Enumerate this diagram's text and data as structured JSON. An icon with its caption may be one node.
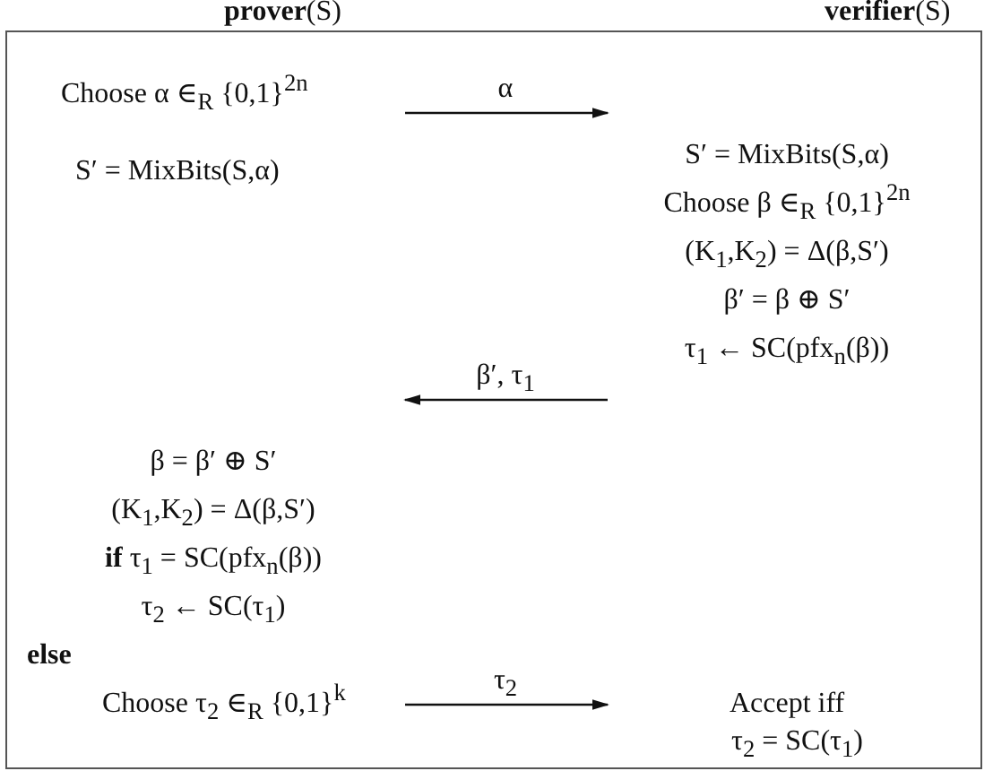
{
  "diagram": {
    "nodes": [
      {
        "text": [],
        "shape": "box"
      },
      {
        "text": [
          "Choose α ∈$_{R}$ {0,1}$^{2n}$",
          "S′ = MixBits(S,α)"
        ],
        "in": 0
      },
      {
        "text": [
          "S′ = MixBits(S,α)",
          "Choose β ∈$_{R}$ {0,1}$^{2n}$",
          "(K$_{1}$,K$_{2}$) = Δ(β,S′)",
          "β′ = β ⊕ S′",
          "τ$_{1}$ ← SC(pfx$_{n}$(β))"
        ],
        "in": 0
      },
      {
        "text": [
          "β = β′ ⊕ S′",
          "(K$_{1}$,K$_{2}$) = Δ(β,S′)",
          "**if** τ$_{1}$ = SC(pfx$_{n}$(β))",
          "τ$_{2}$ ← SC(τ$_{1}$)",
          "else",
          "Choose τ$_{2}$ ∈$_{R}$ {0,1}$^{k}$"
        ],
        "in": 0
      },
      {
        "text": [
          "Accept iff",
          "τ$_{2}$ = SC(τ$_{1}$)"
        ],
        "in": 0
      }
    ],
    "edges": [
      {
        "from": 1,
        "to": 2,
        "arrow": "to",
        "label": "α"
      },
      {
        "from": 2,
        "to": 3,
        "arrow": "to",
        "label": "β′, τ$_{1}$"
      },
      {
        "from": 3,
        "to": 4,
        "arrow": "to",
        "label": "τ$_{2}$"
      }
    ],
    "labels": [
      "**prover**(S)",
      "**verifier**(S)"
    ]
  }
}
